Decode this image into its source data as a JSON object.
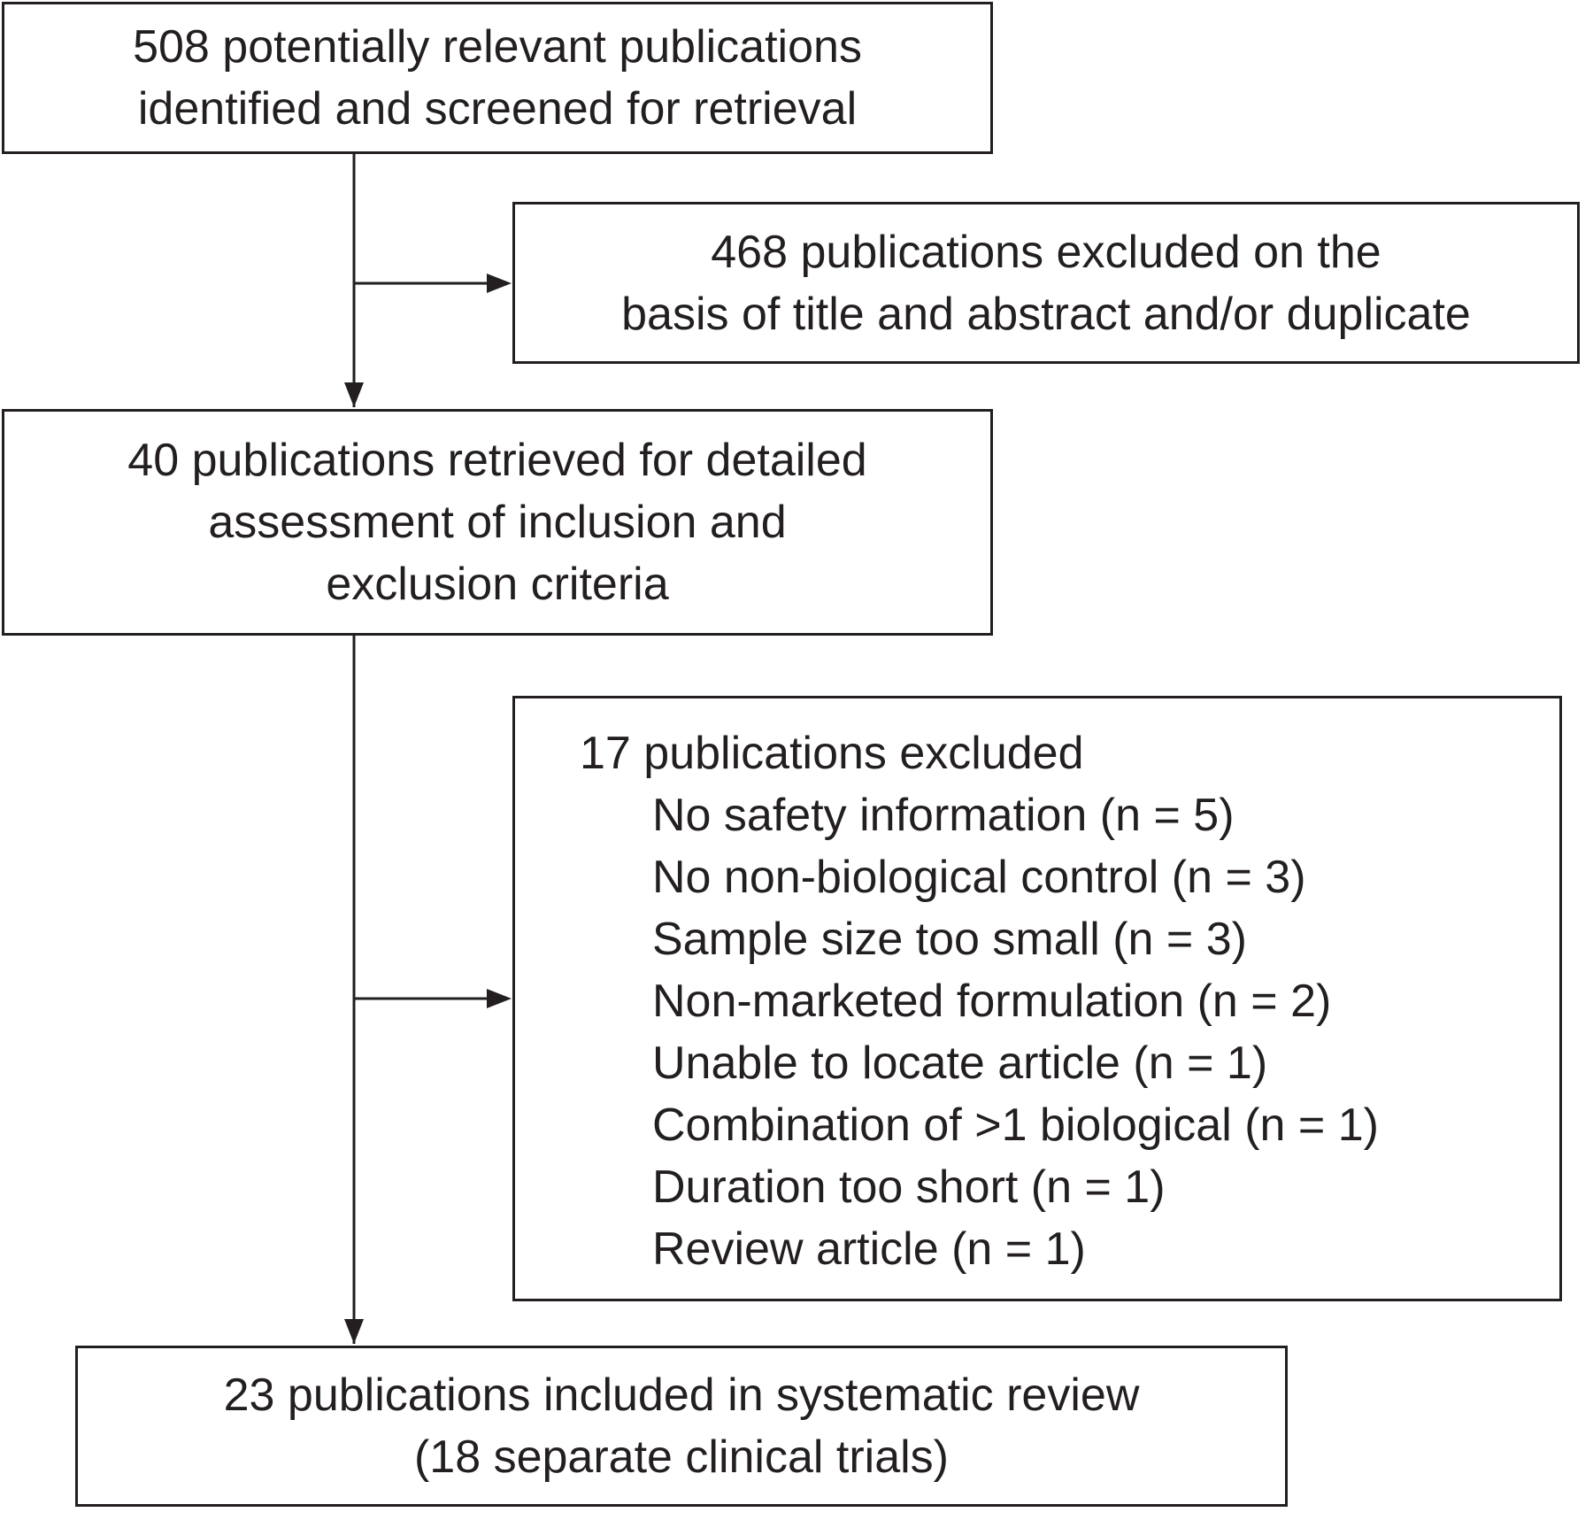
{
  "flow": {
    "identified": {
      "lines": [
        "508 potentially relevant publications",
        "identified and screened for retrieval"
      ]
    },
    "excluded_title": {
      "lines": [
        "468 publications excluded on the",
        "basis of title and abstract and/or duplicate"
      ]
    },
    "retrieved": {
      "lines": [
        "40 publications retrieved for detailed",
        "assessment of inclusion and",
        "exclusion criteria"
      ]
    },
    "excluded_detail": {
      "heading": "17 publications excluded",
      "reasons": [
        "No safety information (n = 5)",
        "No non-biological control (n = 3)",
        "Sample size too small (n = 3)",
        "Non-marketed formulation (n = 2)",
        "Unable to locate article (n = 1)",
        "Combination of >1 biological (n = 1)",
        "Duration too short (n = 1)",
        "Review article (n = 1)"
      ]
    },
    "included": {
      "lines": [
        "23 publications included in systematic review",
        "(18 separate clinical trials)"
      ]
    }
  }
}
